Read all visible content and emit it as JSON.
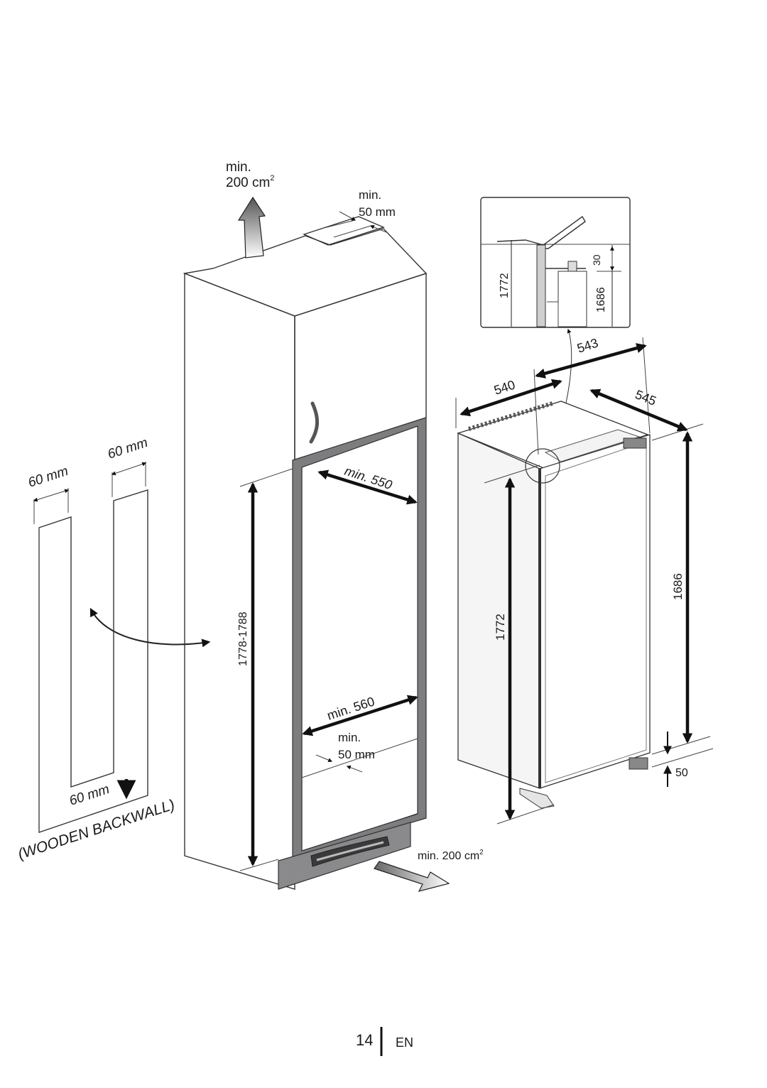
{
  "labels": {
    "top_vent_min": "min.",
    "top_vent_area": "200 cm",
    "area_superscript": "2",
    "top_gap_min": "min.",
    "top_gap_value": "50 mm",
    "backwall_width_left": "60 mm",
    "backwall_width_right": "60 mm",
    "backwall_bottom": "60 mm",
    "wooden_backwall": "(WOODEN BACKWALL)",
    "niche_width_top": "min. 550",
    "niche_width_bottom": "min. 560",
    "niche_height": "1778-1788",
    "bottom_gap_min": "min.",
    "bottom_gap_value": "50 mm",
    "bottom_vent": "min. 200 cm",
    "depth_540": "540",
    "depth_543": "543",
    "depth_545": "545",
    "height_1772": "1772",
    "height_1686": "1686",
    "gap_50": "50",
    "detail_1772": "1772",
    "detail_1686": "1686",
    "detail_30": "30"
  },
  "footer": {
    "page_number": "14",
    "language": "EN"
  },
  "colors": {
    "cabinet_door": "#a6a6a9",
    "cabinet_frame": "#7d7d80",
    "plinth": "#8a8a8d",
    "cabinet_side": "#f4f4f4",
    "text": "#1a1a1a"
  }
}
